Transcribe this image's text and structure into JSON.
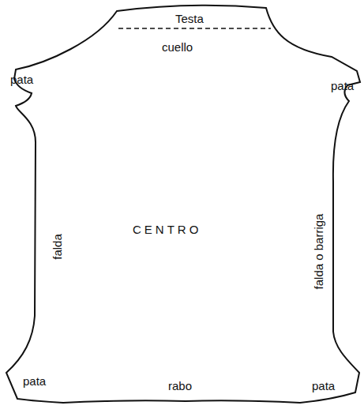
{
  "diagram": {
    "labels": [
      "Testa",
      "cuello",
      "pata",
      "pata",
      "CENTRO",
      "falda",
      "falda o barriga",
      "pata",
      "rabo",
      "pata"
    ]
  }
}
